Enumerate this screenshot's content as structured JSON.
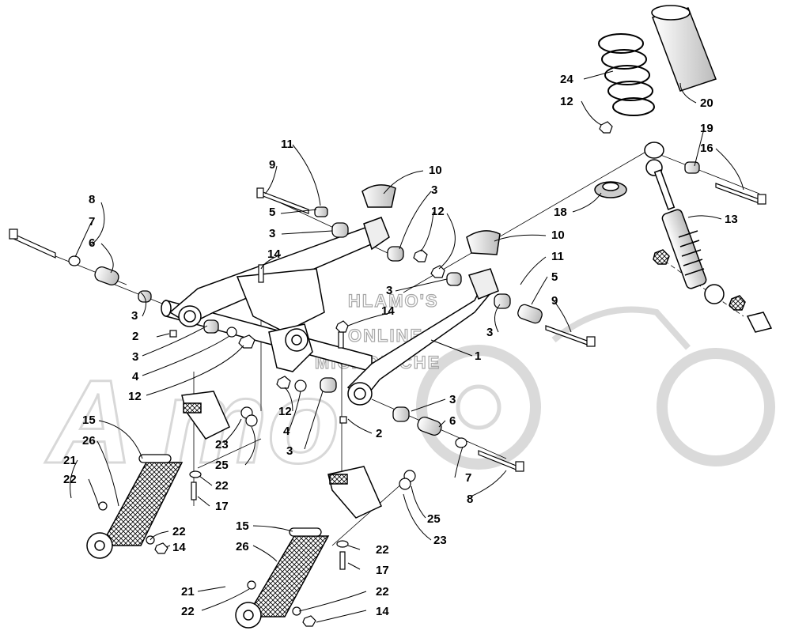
{
  "watermark": {
    "lines": [
      "HLAMO'S",
      "ONLINE",
      "MICROFICHE"
    ],
    "logo_text": "A   mo",
    "color": "#b0b0b0"
  },
  "callouts": [
    {
      "id": "c8a",
      "text": "8"
    },
    {
      "id": "c7a",
      "text": "7"
    },
    {
      "id": "c6a",
      "text": "6"
    },
    {
      "id": "c3a",
      "text": "3"
    },
    {
      "id": "c2a",
      "text": "2"
    },
    {
      "id": "c3b",
      "text": "3"
    },
    {
      "id": "c4a",
      "text": "4"
    },
    {
      "id": "c12a",
      "text": "12"
    },
    {
      "id": "c11a",
      "text": "11"
    },
    {
      "id": "c9a",
      "text": "9"
    },
    {
      "id": "c5a",
      "text": "5"
    },
    {
      "id": "c3c",
      "text": "3"
    },
    {
      "id": "c14a",
      "text": "14"
    },
    {
      "id": "c10a",
      "text": "10"
    },
    {
      "id": "c3d",
      "text": "3"
    },
    {
      "id": "c12b",
      "text": "12"
    },
    {
      "id": "c10b",
      "text": "10"
    },
    {
      "id": "c11b",
      "text": "11"
    },
    {
      "id": "c5b",
      "text": "5"
    },
    {
      "id": "c9b",
      "text": "9"
    },
    {
      "id": "c3e",
      "text": "3"
    },
    {
      "id": "c14b",
      "text": "14"
    },
    {
      "id": "c3f",
      "text": "3"
    },
    {
      "id": "c1a",
      "text": "1"
    },
    {
      "id": "c24a",
      "text": "24"
    },
    {
      "id": "c20a",
      "text": "20"
    },
    {
      "id": "c12c",
      "text": "12"
    },
    {
      "id": "c19a",
      "text": "19"
    },
    {
      "id": "c16a",
      "text": "16"
    },
    {
      "id": "c18a",
      "text": "18"
    },
    {
      "id": "c13a",
      "text": "13"
    },
    {
      "id": "c12d",
      "text": "12"
    },
    {
      "id": "c4b",
      "text": "4"
    },
    {
      "id": "c3g",
      "text": "3"
    },
    {
      "id": "c2b",
      "text": "2"
    },
    {
      "id": "c3h",
      "text": "3"
    },
    {
      "id": "c6b",
      "text": "6"
    },
    {
      "id": "c7b",
      "text": "7"
    },
    {
      "id": "c8b",
      "text": "8"
    },
    {
      "id": "c15a",
      "text": "15"
    },
    {
      "id": "c26a",
      "text": "26"
    },
    {
      "id": "c21a",
      "text": "21"
    },
    {
      "id": "c22a",
      "text": "22"
    },
    {
      "id": "c23a",
      "text": "23"
    },
    {
      "id": "c25a",
      "text": "25"
    },
    {
      "id": "c22b",
      "text": "22"
    },
    {
      "id": "c17a",
      "text": "17"
    },
    {
      "id": "c22c",
      "text": "22"
    },
    {
      "id": "c14c",
      "text": "14"
    },
    {
      "id": "c15b",
      "text": "15"
    },
    {
      "id": "c26b",
      "text": "26"
    },
    {
      "id": "c25b",
      "text": "25"
    },
    {
      "id": "c23b",
      "text": "23"
    },
    {
      "id": "c22d",
      "text": "22"
    },
    {
      "id": "c17b",
      "text": "17"
    },
    {
      "id": "c21b",
      "text": "21"
    },
    {
      "id": "c22e",
      "text": "22"
    },
    {
      "id": "c22f",
      "text": "22"
    },
    {
      "id": "c14d",
      "text": "14"
    }
  ]
}
